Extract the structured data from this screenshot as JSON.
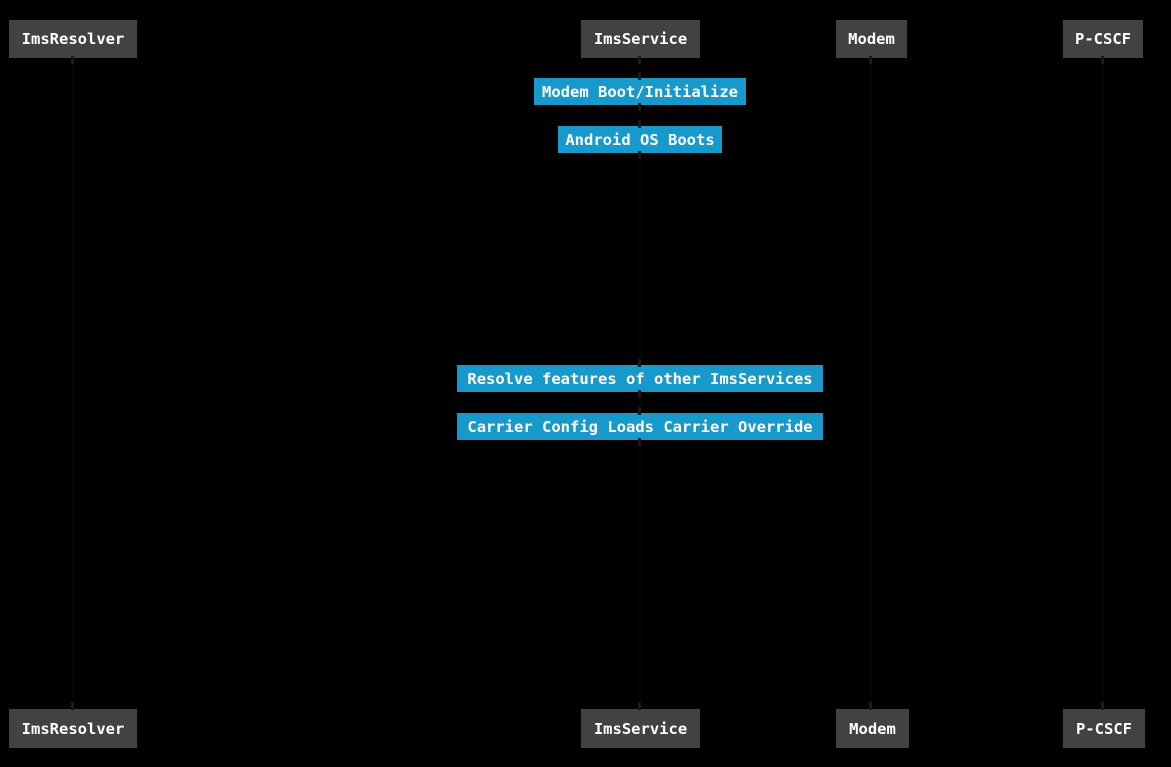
{
  "diagram": {
    "type": "sequence",
    "participants": [
      {
        "id": "imsresolver",
        "label": "ImsResolver"
      },
      {
        "id": "imsservice",
        "label": "ImsService"
      },
      {
        "id": "modem",
        "label": "Modem"
      },
      {
        "id": "pcscf",
        "label": "P-CSCF"
      }
    ],
    "notes": [
      {
        "label": "Modem Boot/Initialize"
      },
      {
        "label": "Android OS Boots"
      },
      {
        "label": "Resolve features of other ImsServices"
      },
      {
        "label": "Carrier Config Loads Carrier Override"
      }
    ],
    "colors": {
      "background": "#000000",
      "participant_fill": "#424242",
      "note_fill": "#1899CB",
      "text": "#FFFFFF"
    }
  }
}
